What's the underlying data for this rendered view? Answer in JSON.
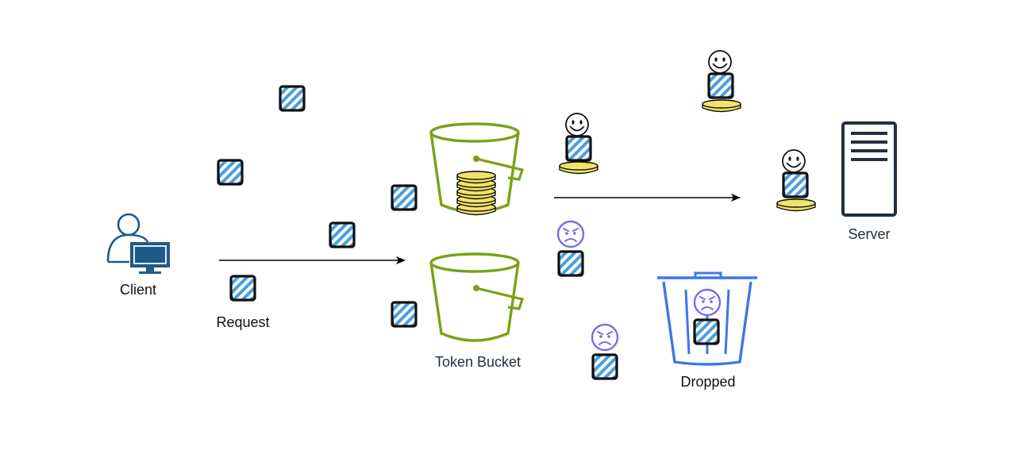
{
  "labels": {
    "client": "Client",
    "request": "Request",
    "bucket": "Token Bucket",
    "server": "Server",
    "dropped": "Dropped"
  },
  "colors": {
    "bucket": "#7aa116",
    "request_stripe": "#4a9fdd",
    "coin": "#f0e46a",
    "angry_face": "#7b68ee",
    "trash": "#3b78e7",
    "client_icon": "#1f5a8a",
    "server_icon": "#232f3e",
    "arrow": "#000000"
  },
  "icons": {
    "client": "user-computer-icon",
    "server": "server-icon",
    "bucket": "bucket-icon",
    "request": "request-block-icon",
    "trash": "trash-can-icon",
    "happy": "smiley-face-icon",
    "angry": "angry-face-icon",
    "coins": "coin-stack-icon"
  }
}
